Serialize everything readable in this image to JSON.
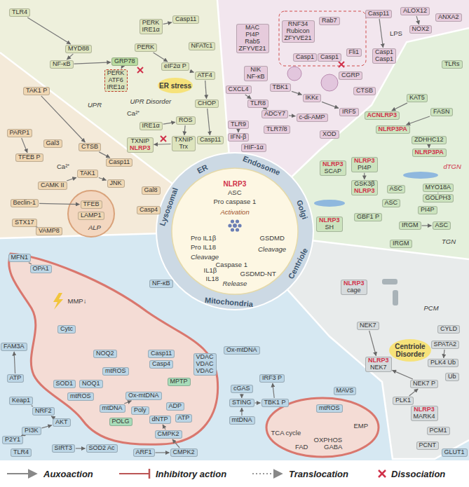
{
  "diagram": {
    "nodes": [
      {
        "text": [
          "TLR4"
        ]
      },
      {
        "text": [
          "MYD88"
        ]
      },
      {
        "text": [
          "NF-κB"
        ]
      },
      {
        "text": [
          "GRP78"
        ]
      },
      {
        "text": [
          "PERK",
          "IRE1α"
        ]
      },
      {
        "text": [
          "Casp11"
        ]
      },
      {
        "text": [
          "PERK",
          "ATF6",
          "IRE1α"
        ]
      },
      {
        "text": [
          "PERK"
        ]
      },
      {
        "text": [
          "NFATc1"
        ]
      },
      {
        "text": [
          "eIF2α P"
        ]
      },
      {
        "text": [
          "ATF4"
        ]
      },
      {
        "text": [
          "CHOP"
        ]
      },
      {
        "text": [
          "IRE1α"
        ]
      },
      {
        "text": [
          "ROS"
        ]
      },
      {
        "text": [
          "TXNIP",
          "NLRP3"
        ]
      },
      {
        "text": [
          "TXNIP",
          "Trx"
        ]
      },
      {
        "text": [
          "Casp11"
        ]
      },
      {
        "text": [
          "TAK1 P"
        ]
      },
      {
        "text": [
          "PARP1"
        ]
      },
      {
        "text": [
          "Gal3"
        ]
      },
      {
        "text": [
          "CTSB"
        ]
      },
      {
        "text": [
          "TFEB P"
        ]
      },
      {
        "text": [
          "TAK1"
        ]
      },
      {
        "text": [
          "Casp11"
        ]
      },
      {
        "text": [
          "CAMK II"
        ]
      },
      {
        "text": [
          "JNK"
        ]
      },
      {
        "text": [
          "Gal8"
        ]
      },
      {
        "text": [
          "Casp4"
        ]
      },
      {
        "text": [
          "Beclin-1"
        ]
      },
      {
        "text": [
          "TFEB"
        ]
      },
      {
        "text": [
          "LAMP1"
        ]
      },
      {
        "text": [
          "STX17"
        ]
      },
      {
        "text": [
          "VAMP8"
        ]
      },
      {
        "text": [
          "MAC",
          "PI4P",
          "Rab5",
          "ZFYVE21"
        ]
      },
      {
        "text": [
          "NIK",
          "NF-κB"
        ]
      },
      {
        "text": [
          "RNF34",
          "Rubicon",
          "ZFYVE21"
        ]
      },
      {
        "text": [
          "Rab7"
        ]
      },
      {
        "text": [
          "Casp1"
        ]
      },
      {
        "text": [
          "Casp1"
        ]
      },
      {
        "text": [
          "Fli1"
        ]
      },
      {
        "text": [
          "Casp11"
        ]
      },
      {
        "text": [
          "ALOX12"
        ]
      },
      {
        "text": [
          "NOX2"
        ]
      },
      {
        "text": [
          "Casp1",
          "Casp1"
        ]
      },
      {
        "text": [
          "CGRP"
        ]
      },
      {
        "text": [
          "CTSB"
        ]
      },
      {
        "text": [
          "ANXA2"
        ]
      },
      {
        "text": [
          "CXCL4"
        ]
      },
      {
        "text": [
          "TBK1"
        ]
      },
      {
        "text": [
          "IKKε"
        ]
      },
      {
        "text": [
          "IRF5"
        ]
      },
      {
        "text": [
          "TLR8"
        ]
      },
      {
        "text": [
          "ADCY7"
        ]
      },
      {
        "text": [
          "c-di-AMP"
        ]
      },
      {
        "text": [
          "TLR9"
        ]
      },
      {
        "text": [
          "TLR7/8"
        ]
      },
      {
        "text": [
          "IFN-β"
        ]
      },
      {
        "text": [
          "XOD"
        ]
      },
      {
        "text": [
          "HIF-1α"
        ]
      },
      {
        "text": [
          "TLRs"
        ]
      },
      {
        "text": [
          "KAT5"
        ]
      },
      {
        "text": [
          "FASN"
        ]
      },
      {
        "text": [
          "ACNLRP3"
        ]
      },
      {
        "text": [
          "NLRP3PA"
        ]
      },
      {
        "text": [
          "ZDHHC12"
        ]
      },
      {
        "text": [
          "NLRP3PA"
        ]
      },
      {
        "text": [
          "NLRP3",
          "SCAP"
        ]
      },
      {
        "text": [
          "NLRP3",
          "PI4P"
        ]
      },
      {
        "text": [
          "GSK3β",
          "NLRP3"
        ]
      },
      {
        "text": [
          "MYO18A"
        ]
      },
      {
        "text": [
          "GOLPH3"
        ]
      },
      {
        "text": [
          "PI4P"
        ]
      },
      {
        "text": [
          "ASC"
        ]
      },
      {
        "text": [
          "ASC"
        ]
      },
      {
        "text": [
          "GBF1 P"
        ]
      },
      {
        "text": [
          "IRGM"
        ]
      },
      {
        "text": [
          "ASC"
        ]
      },
      {
        "text": [
          "NLRP3",
          "SH"
        ]
      },
      {
        "text": [
          "IRGM"
        ]
      },
      {
        "text": [
          "NLRP3",
          "cage"
        ]
      },
      {
        "text": [
          "NEK7"
        ]
      },
      {
        "text": [
          "CYLD"
        ]
      },
      {
        "text": [
          "SPATA2"
        ]
      },
      {
        "text": [
          "PLK4 Ub"
        ]
      },
      {
        "text": [
          "Ub"
        ]
      },
      {
        "text": [
          "NLRP3",
          "NEK7"
        ]
      },
      {
        "text": [
          "NEK7 P"
        ]
      },
      {
        "text": [
          "PLK1"
        ]
      },
      {
        "text": [
          "NLRP3",
          "MARK4"
        ]
      },
      {
        "text": [
          "PCM1"
        ]
      },
      {
        "text": [
          "PCNT"
        ]
      },
      {
        "text": [
          "MFN1"
        ]
      },
      {
        "text": [
          "OPA1"
        ]
      },
      {
        "text": [
          "NF-κB"
        ]
      },
      {
        "text": [
          "Cytc"
        ]
      },
      {
        "text": [
          "NOQ2"
        ]
      },
      {
        "text": [
          "Casp11"
        ]
      },
      {
        "text": [
          "Casp4"
        ]
      },
      {
        "text": [
          "FAM3A"
        ]
      },
      {
        "text": [
          "mtROS"
        ]
      },
      {
        "text": [
          "MPTP"
        ]
      },
      {
        "text": [
          "VDAC",
          "VDAC",
          "VDAC"
        ]
      },
      {
        "text": [
          "ATP"
        ]
      },
      {
        "text": [
          "SOD1"
        ]
      },
      {
        "text": [
          "NOQ1"
        ]
      },
      {
        "text": [
          "Keap1"
        ]
      },
      {
        "text": [
          "NRF2"
        ]
      },
      {
        "text": [
          "mtROS"
        ]
      },
      {
        "text": [
          "Ox-mtDNA"
        ]
      },
      {
        "text": [
          "mtDNA"
        ]
      },
      {
        "text": [
          "Poly"
        ]
      },
      {
        "text": [
          "ADP"
        ]
      },
      {
        "text": [
          "ATP"
        ]
      },
      {
        "text": [
          "AKT"
        ]
      },
      {
        "text": [
          "PI3K"
        ]
      },
      {
        "text": [
          "POLG"
        ]
      },
      {
        "text": [
          "dNTP"
        ]
      },
      {
        "text": [
          "CMPK2"
        ]
      },
      {
        "text": [
          "P2Y1"
        ]
      },
      {
        "text": [
          "SIRT3"
        ]
      },
      {
        "text": [
          "SOD2 Ac"
        ]
      },
      {
        "text": [
          "TLR4"
        ]
      },
      {
        "text": [
          "ARF1"
        ]
      },
      {
        "text": [
          "CMPK2"
        ]
      },
      {
        "text": [
          "Ox-mtDNA"
        ]
      },
      {
        "text": [
          "IRF3 P"
        ]
      },
      {
        "text": [
          "cGAS"
        ]
      },
      {
        "text": [
          "STING"
        ]
      },
      {
        "text": [
          "TBK1 P"
        ]
      },
      {
        "text": [
          "mtDNA"
        ]
      },
      {
        "text": [
          "MAVS"
        ]
      },
      {
        "text": [
          "mtROS"
        ]
      },
      {
        "text": [
          "GLUT1"
        ]
      }
    ],
    "edges": [
      {
        "from": 0,
        "to": 1,
        "arrow": "to"
      },
      {
        "from": 1,
        "to": 2,
        "arrow": "to"
      },
      {
        "from": 2,
        "to": 3,
        "arrow": "to"
      },
      {
        "from": 3,
        "to": 6,
        "arrow": "to"
      },
      {
        "from": 4,
        "to": 5,
        "arrow": "to"
      },
      {
        "from": 7,
        "to": 9,
        "arrow": "to"
      },
      {
        "from": 9,
        "to": 10,
        "arrow": "to"
      },
      {
        "from": 10,
        "to": 11,
        "arrow": "to"
      },
      {
        "from": 11,
        "to": 16,
        "arrow": "to"
      },
      {
        "from": 12,
        "to": 13,
        "arrow": "to"
      },
      {
        "from": 13,
        "to": 15,
        "arrow": "to"
      },
      {
        "from": 15,
        "to": 14,
        "arrow": "to"
      },
      {
        "from": 17,
        "to": 20,
        "arrow": "to"
      },
      {
        "from": 18,
        "to": 21,
        "arrow": "to"
      },
      {
        "from": 20,
        "to": 23,
        "arrow": "to"
      },
      {
        "from": 24,
        "to": 22,
        "arrow": "to"
      },
      {
        "from": 22,
        "to": 25,
        "arrow": "to"
      },
      {
        "from": 28,
        "to": 29,
        "arrow": "to"
      },
      {
        "from": 31,
        "to": 32,
        "arrow": "none"
      },
      {
        "from": 41,
        "to": 42,
        "arrow": "to"
      },
      {
        "from": 40,
        "to": 43,
        "arrow": "to"
      },
      {
        "from": 47,
        "to": 51,
        "arrow": "to"
      },
      {
        "from": 51,
        "to": 52,
        "arrow": "to"
      },
      {
        "from": 52,
        "to": 53,
        "arrow": "to"
      },
      {
        "from": 48,
        "to": 49,
        "arrow": "to"
      },
      {
        "from": 49,
        "to": 50,
        "arrow": "to"
      },
      {
        "from": 54,
        "to": 56,
        "arrow": "to"
      },
      {
        "from": 60,
        "to": 62,
        "arrow": "to"
      },
      {
        "from": 61,
        "to": 63,
        "arrow": "to"
      },
      {
        "from": 64,
        "to": 65,
        "arrow": "to"
      },
      {
        "from": 67,
        "to": 68,
        "arrow": "to"
      },
      {
        "from": 75,
        "to": 76,
        "arrow": "to"
      },
      {
        "from": 69,
        "to": 70,
        "arrow": "none"
      },
      {
        "from": 82,
        "to": 83,
        "arrow": "to"
      },
      {
        "from": 80,
        "to": 85,
        "arrow": "to"
      },
      {
        "from": 86,
        "to": 85,
        "arrow": "to"
      },
      {
        "from": 87,
        "to": 86,
        "arrow": "to"
      },
      {
        "from": 102,
        "to": 98,
        "arrow": "to"
      },
      {
        "from": 118,
        "to": 114,
        "arrow": "to"
      },
      {
        "from": 114,
        "to": 113,
        "arrow": "to"
      },
      {
        "from": 113,
        "to": 106,
        "arrow": "to"
      },
      {
        "from": 105,
        "to": 106,
        "arrow": "none"
      },
      {
        "from": 119,
        "to": 120,
        "arrow": "to"
      },
      {
        "from": 122,
        "to": 123,
        "arrow": "to"
      },
      {
        "from": 123,
        "to": 117,
        "arrow": "to"
      },
      {
        "from": 117,
        "to": 116,
        "arrow": "to"
      },
      {
        "from": 109,
        "to": 108,
        "arrow": "to"
      },
      {
        "from": 126,
        "to": 127,
        "arrow": "to"
      },
      {
        "from": 127,
        "to": 128,
        "arrow": "to"
      },
      {
        "from": 128,
        "to": 125,
        "arrow": "to"
      },
      {
        "from": 129,
        "to": 127,
        "arrow": "to"
      },
      {
        "from": 91,
        "to": 92,
        "arrow": "none"
      }
    ],
    "labels": [
      "UPR",
      "UPR Disorder",
      "ER stress",
      "Ca²⁺",
      "Ca²⁺",
      "ALP",
      "LPS",
      "dTGN",
      "TGN",
      "PCM",
      "Centriole Disorder",
      "MMP↓",
      "TCA cycle",
      "OXPHOS",
      "EMP",
      "FAD",
      "GABA",
      "NLRP3",
      "ASC",
      "Pro caspase 1",
      "Activation",
      "Pro IL1β",
      "Pro IL18",
      "Cleavage",
      "Caspase 1",
      "GSDMD",
      "Cleavage",
      "IL1β",
      "IL18",
      "GSDMD-NT",
      "Release",
      "ER",
      "Endosome",
      "Golgi",
      "Centriole",
      "Mitochondria",
      "Lysosomal"
    ],
    "legend": [
      {
        "text": "Auxoaction"
      },
      {
        "text": "Inhibitory action"
      },
      {
        "text": "Translocation"
      },
      {
        "text": "Dissociation"
      }
    ]
  }
}
